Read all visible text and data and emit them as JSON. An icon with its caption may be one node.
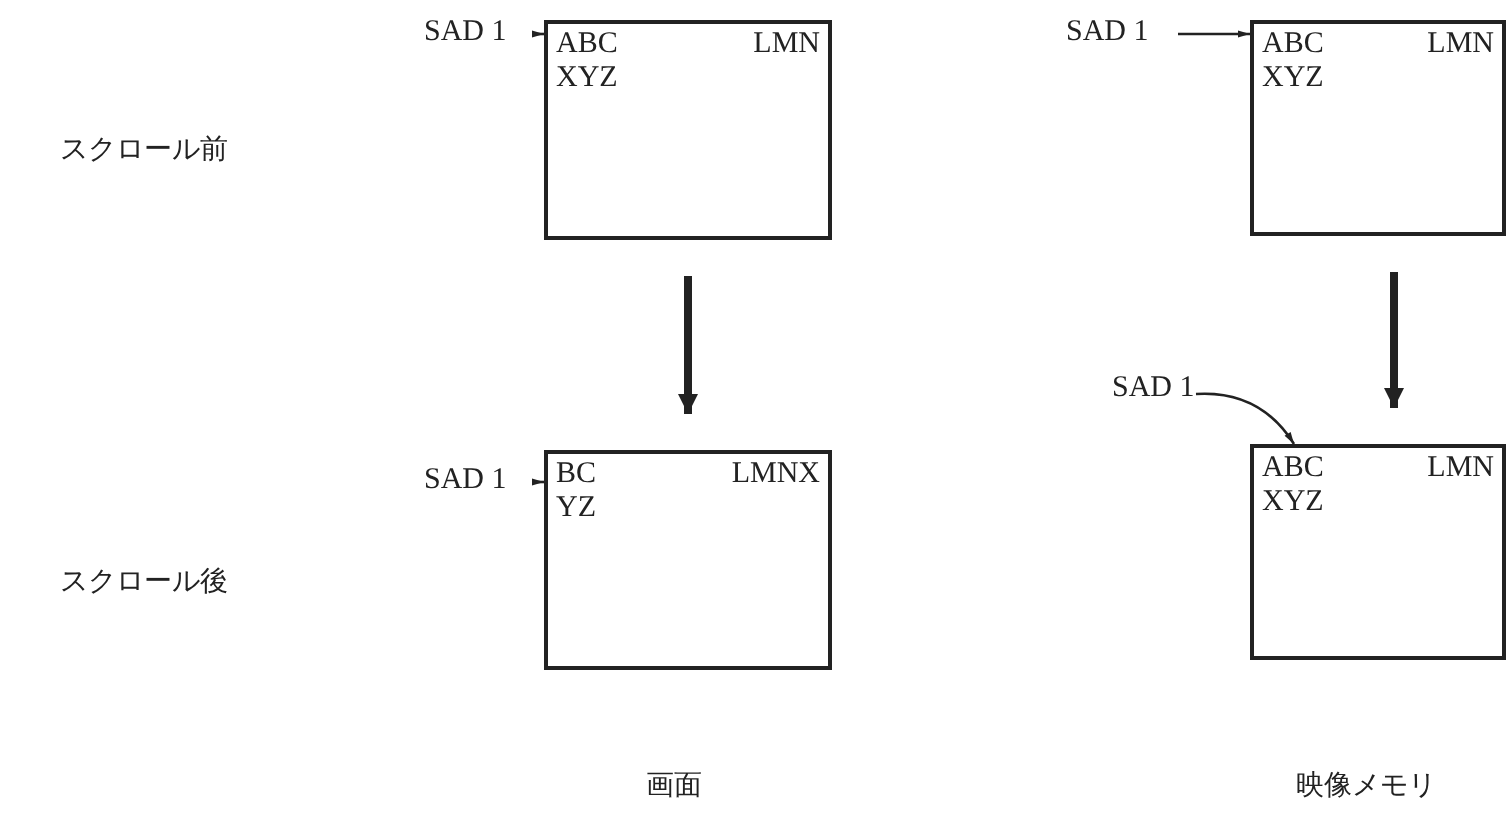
{
  "diagram": {
    "nodes": [
      {
        "text": [
          "SAD 1"
        ]
      },
      {
        "text": [
          "ABC",
          "LMN",
          "XYZ"
        ]
      },
      {
        "text": [
          "SAD 1"
        ]
      },
      {
        "text": [
          "BC",
          "LMNX",
          "YZ"
        ]
      },
      {
        "text": [
          "SAD 1"
        ]
      },
      {
        "text": [
          "ABC",
          "LMN",
          "XYZ"
        ]
      },
      {
        "text": [
          "SAD 1"
        ]
      },
      {
        "text": [
          "ABC",
          "LMN",
          "XYZ"
        ]
      }
    ],
    "edges": [
      {
        "from": 0,
        "to": 1,
        "arrow": "to"
      },
      {
        "from": 1,
        "to": 3,
        "arrow": "to",
        "style": "thick"
      },
      {
        "from": 2,
        "to": 3,
        "arrow": "to"
      },
      {
        "from": 4,
        "to": 5,
        "arrow": "to"
      },
      {
        "from": 5,
        "to": 7,
        "arrow": "to",
        "style": "thick"
      },
      {
        "from": 6,
        "to": 7,
        "arrow": "to"
      }
    ],
    "labels": [
      "スクロール前",
      "スクロール後",
      "画面",
      "映像メモリ"
    ]
  }
}
